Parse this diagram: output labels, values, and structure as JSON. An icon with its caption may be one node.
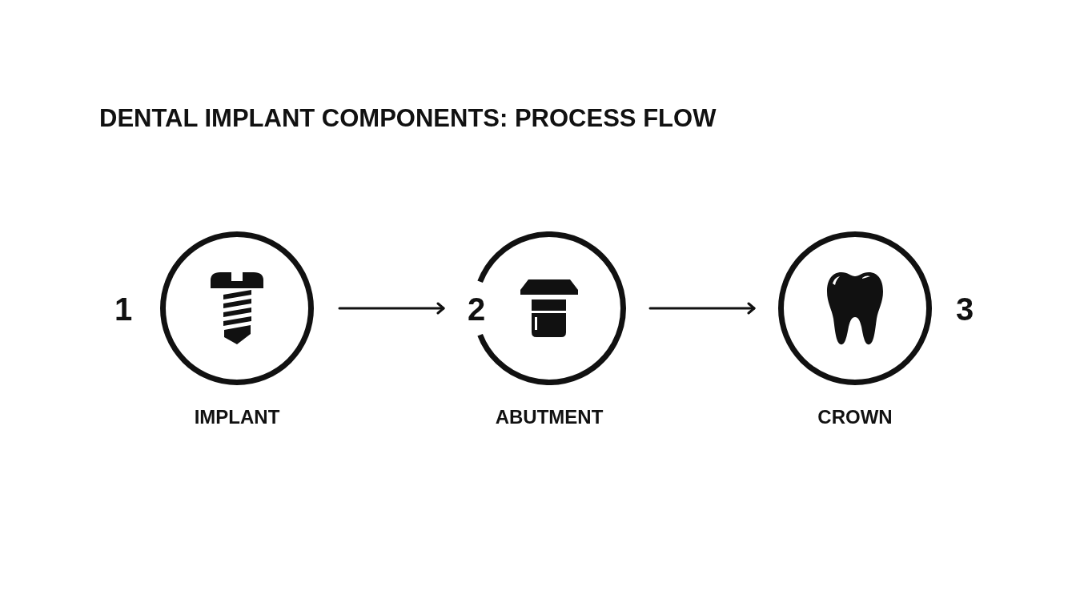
{
  "diagram": {
    "title": "DENTAL IMPLANT COMPONENTS: PROCESS FLOW",
    "nodes": [
      {
        "text": [
          "IMPLANT"
        ],
        "beside": [
          "1"
        ]
      },
      {
        "text": [
          "ABUTMENT"
        ],
        "beside": [
          "2"
        ]
      },
      {
        "text": [
          "CROWN"
        ],
        "beside": [
          "3"
        ]
      }
    ],
    "edges": [
      {
        "from": 0,
        "to": 1,
        "arrow": "to"
      },
      {
        "from": 1,
        "to": 2,
        "arrow": "to"
      }
    ]
  }
}
